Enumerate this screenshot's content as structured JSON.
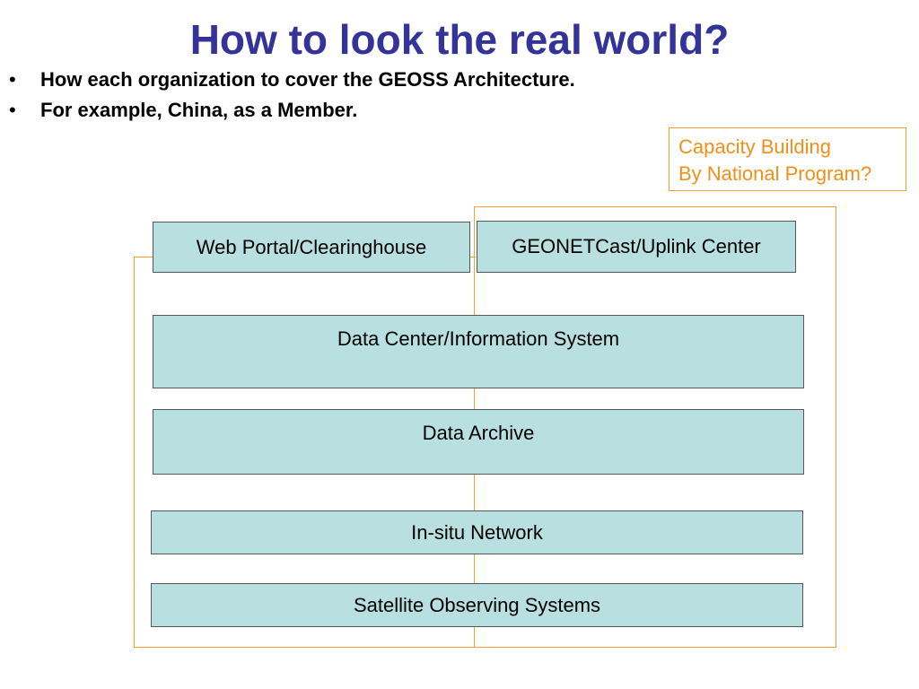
{
  "slide": {
    "title": "How to look the real world?",
    "bullets": [
      "How each organization to cover the GEOSS Architecture.",
      "For example, China, as a Member."
    ],
    "bullet_symbol": "•"
  },
  "callout": {
    "line1": "Capacity Building",
    "line2": "By National Program?"
  },
  "diagram": {
    "web_portal": "Web Portal/Clearinghouse",
    "geonetcast": "GEONETCast/Uplink Center",
    "data_center": "Data Center/Information System",
    "data_archive": "Data Archive",
    "in_situ": "In-situ Network",
    "satellite": "Satellite Observing Systems"
  },
  "colors": {
    "title": "#333399",
    "box_fill": "#b8e0e0",
    "outline": "#f7a030",
    "callout_text": "#f09018"
  }
}
